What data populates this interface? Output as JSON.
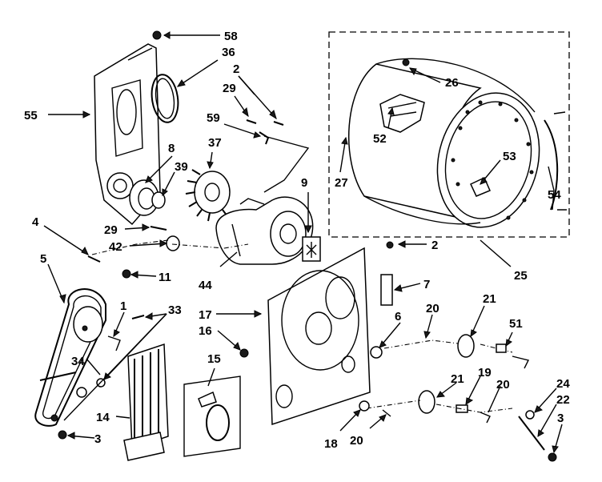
{
  "labels": {
    "p58": "58",
    "p36": "36",
    "p2a": "2",
    "p29a": "29",
    "p55": "55",
    "p59": "59",
    "p8": "8",
    "p37": "37",
    "p39": "39",
    "p9": "9",
    "p4": "4",
    "p29b": "29",
    "p42": "42",
    "p11": "11",
    "p44": "44",
    "p5": "5",
    "p1": "1",
    "p33": "33",
    "p17": "17",
    "p16": "16",
    "p7": "7",
    "p6": "6",
    "p20a": "20",
    "p21a": "21",
    "p51": "51",
    "p34": "34",
    "p15": "15",
    "p14": "14",
    "p3a": "3",
    "p21b": "21",
    "p19": "19",
    "p20b": "20",
    "p24": "24",
    "p22": "22",
    "p3b": "3",
    "p18": "18",
    "p20c": "20",
    "p26": "26",
    "p52": "52",
    "p27": "27",
    "p53": "53",
    "p54": "54",
    "p2b": "2",
    "p25": "25"
  },
  "colors": {
    "line": "#000000",
    "background": "#ffffff"
  }
}
